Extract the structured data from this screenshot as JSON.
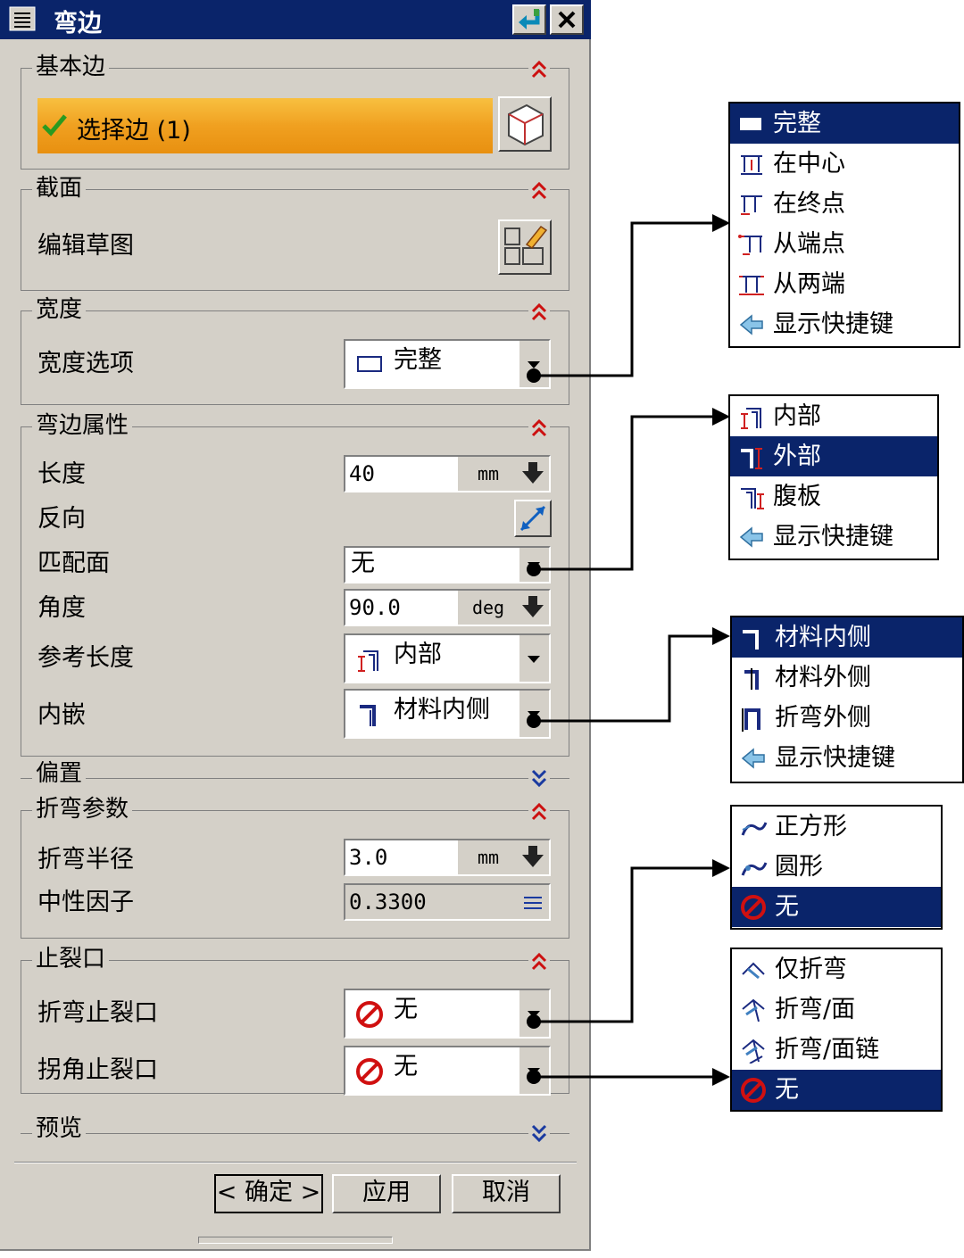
{
  "dialog": {
    "title": "弯边",
    "sections": {
      "base_edge": {
        "label": "基本边",
        "select_label": "选择边 (1)"
      },
      "section": {
        "label": "截面",
        "edit_sketch": "编辑草图"
      },
      "width": {
        "label": "宽度",
        "option_label": "宽度选项",
        "option_value": "完整"
      },
      "flange_props": {
        "label": "弯边属性",
        "length_label": "长度",
        "length_value": "40",
        "length_unit": "mm",
        "reverse_label": "反向",
        "match_face_label": "匹配面",
        "match_face_value": "无",
        "angle_label": "角度",
        "angle_value": "90.0",
        "angle_unit": "deg",
        "ref_length_label": "参考长度",
        "ref_length_value": "内部",
        "inset_label": "内嵌",
        "inset_value": "材料内侧"
      },
      "offset": {
        "label": "偏置"
      },
      "bend_params": {
        "label": "折弯参数",
        "radius_label": "折弯半径",
        "radius_value": "3.0",
        "radius_unit": "mm",
        "neutral_label": "中性因子",
        "neutral_value": "0.3300"
      },
      "relief": {
        "label": "止裂口",
        "bend_relief_label": "折弯止裂口",
        "bend_relief_value": "无",
        "corner_relief_label": "拐角止裂口",
        "corner_relief_value": "无"
      },
      "preview": {
        "label": "预览"
      }
    },
    "buttons": {
      "ok": "< 确定 >",
      "apply": "应用",
      "cancel": "取消"
    }
  },
  "popups": {
    "width_options": {
      "items": [
        "完整",
        "在中心",
        "在终点",
        "从端点",
        "从两端",
        "显示快捷键"
      ],
      "selected": 0
    },
    "ref_length_options": {
      "items": [
        "内部",
        "外部",
        "腹板",
        "显示快捷键"
      ],
      "selected": 1
    },
    "inset_options": {
      "items": [
        "材料内侧",
        "材料外侧",
        "折弯外侧",
        "显示快捷键"
      ],
      "selected": 0
    },
    "bend_relief_options": {
      "items": [
        "正方形",
        "圆形",
        "无"
      ],
      "selected": 2
    },
    "corner_relief_options": {
      "items": [
        "仅折弯",
        "折弯/面",
        "折弯/面链",
        "无"
      ],
      "selected": 3
    }
  },
  "colors": {
    "title_bar": "#0a246a",
    "dialog_bg": "#d4d0c8",
    "select_highlight": "#f0a020",
    "toggle_red": "#cc1010"
  }
}
